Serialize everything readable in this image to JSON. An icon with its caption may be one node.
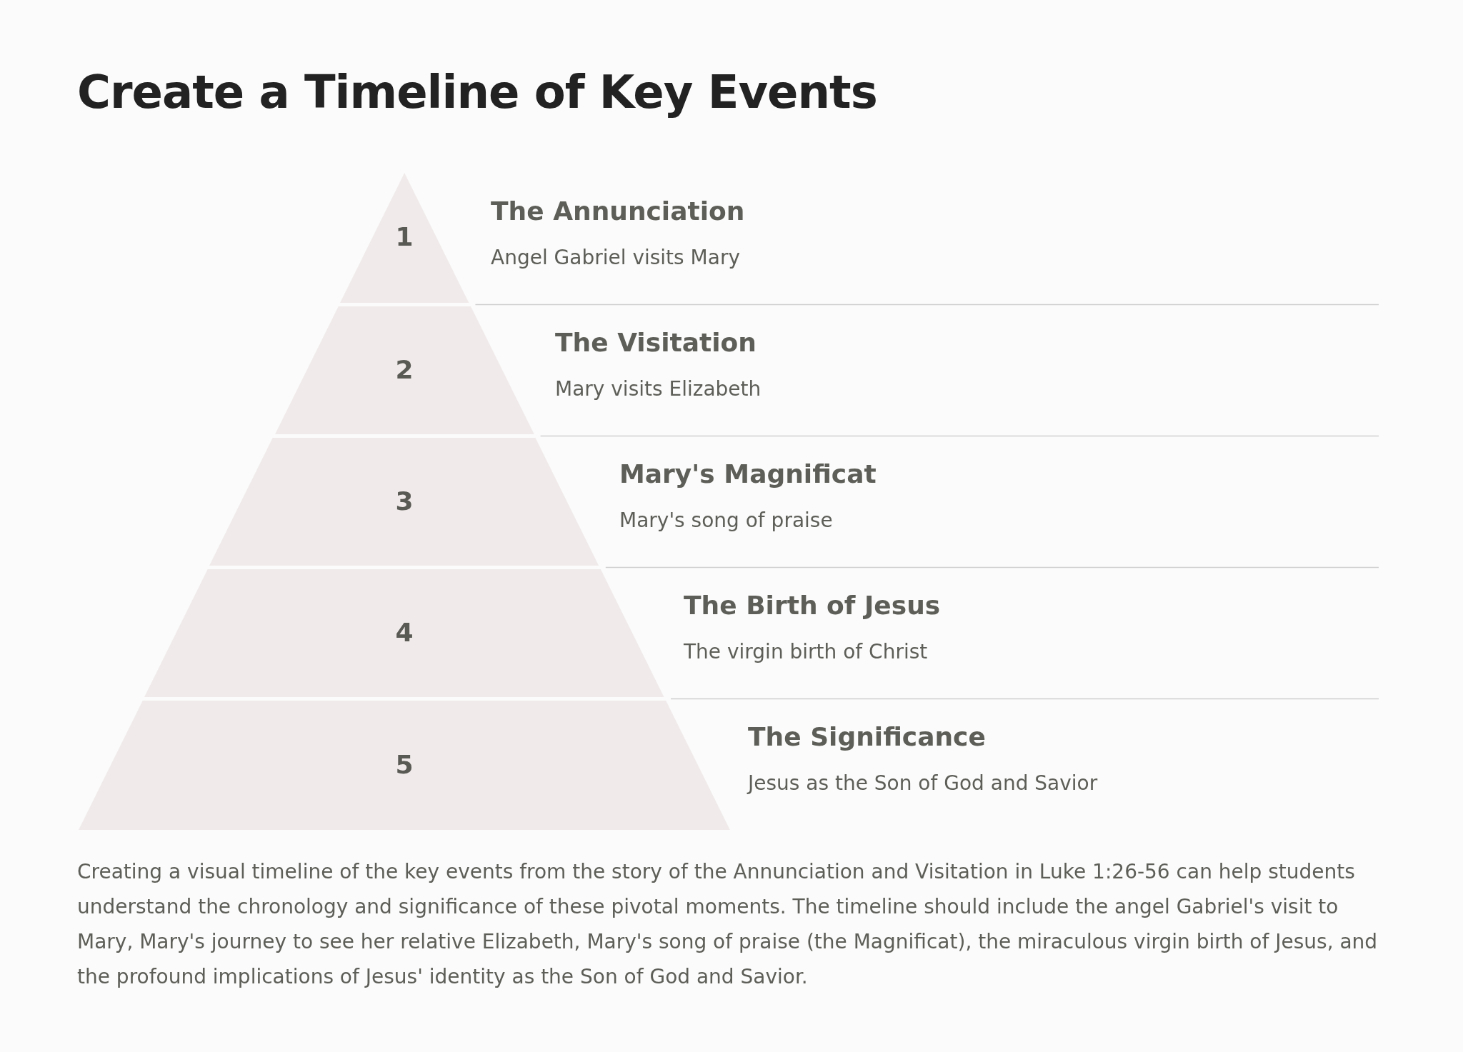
{
  "diagram": {
    "title": "Create a Timeline of Key Events",
    "nodes": [
      {
        "text": [
          "1"
        ],
        "beside": [
          "The Annunciation",
          "Angel Gabriel visits Mary"
        ]
      },
      {
        "text": [
          "2"
        ],
        "beside": [
          "The Visitation",
          "Mary visits Elizabeth"
        ]
      },
      {
        "text": [
          "3"
        ],
        "beside": [
          "Mary's Magnificat",
          "Mary's song of praise"
        ]
      },
      {
        "text": [
          "4"
        ],
        "beside": [
          "The Birth of Jesus",
          "The virgin birth of Christ"
        ]
      },
      {
        "text": [
          "5"
        ],
        "beside": [
          "The Significance",
          "Jesus as the Son of God and Savior"
        ]
      }
    ],
    "caption": "Creating a visual timeline of the key events from the story of the Annunciation and Visitation in Luke 1:26-56 can help students understand the chronology and significance of these pivotal moments. The timeline should include the angel Gabriel's visit to Mary, Mary's journey to see her relative Elizabeth, Mary's song of praise (the Magnificat), the miraculous virgin birth of Jesus, and the profound implications of Jesus' identity as the Son of God and Savior."
  }
}
